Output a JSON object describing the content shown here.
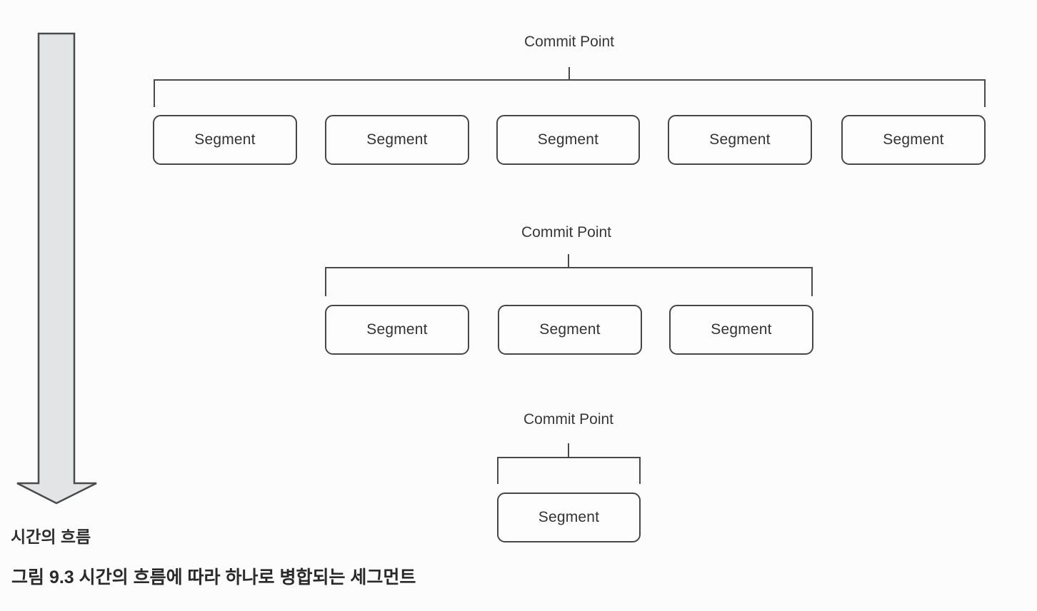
{
  "page": {
    "background_color": "#fcfcfc",
    "line_color": "#4a4a4a",
    "arrow_fill_color": "#e3e4e6"
  },
  "diagram": {
    "rows": [
      {
        "commit_point": "Commit Point",
        "segments": [
          "Segment",
          "Segment",
          "Segment",
          "Segment",
          "Segment"
        ]
      },
      {
        "commit_point": "Commit Point",
        "segments": [
          "Segment",
          "Segment",
          "Segment"
        ]
      },
      {
        "commit_point": "Commit Point",
        "segments": [
          "Segment"
        ]
      }
    ]
  },
  "timeline": {
    "label": "시간의 흐름"
  },
  "caption": {
    "figure_number": "그림 9.3",
    "text": "시간의 흐름에 따라 하나로 병합되는 세그먼트"
  }
}
